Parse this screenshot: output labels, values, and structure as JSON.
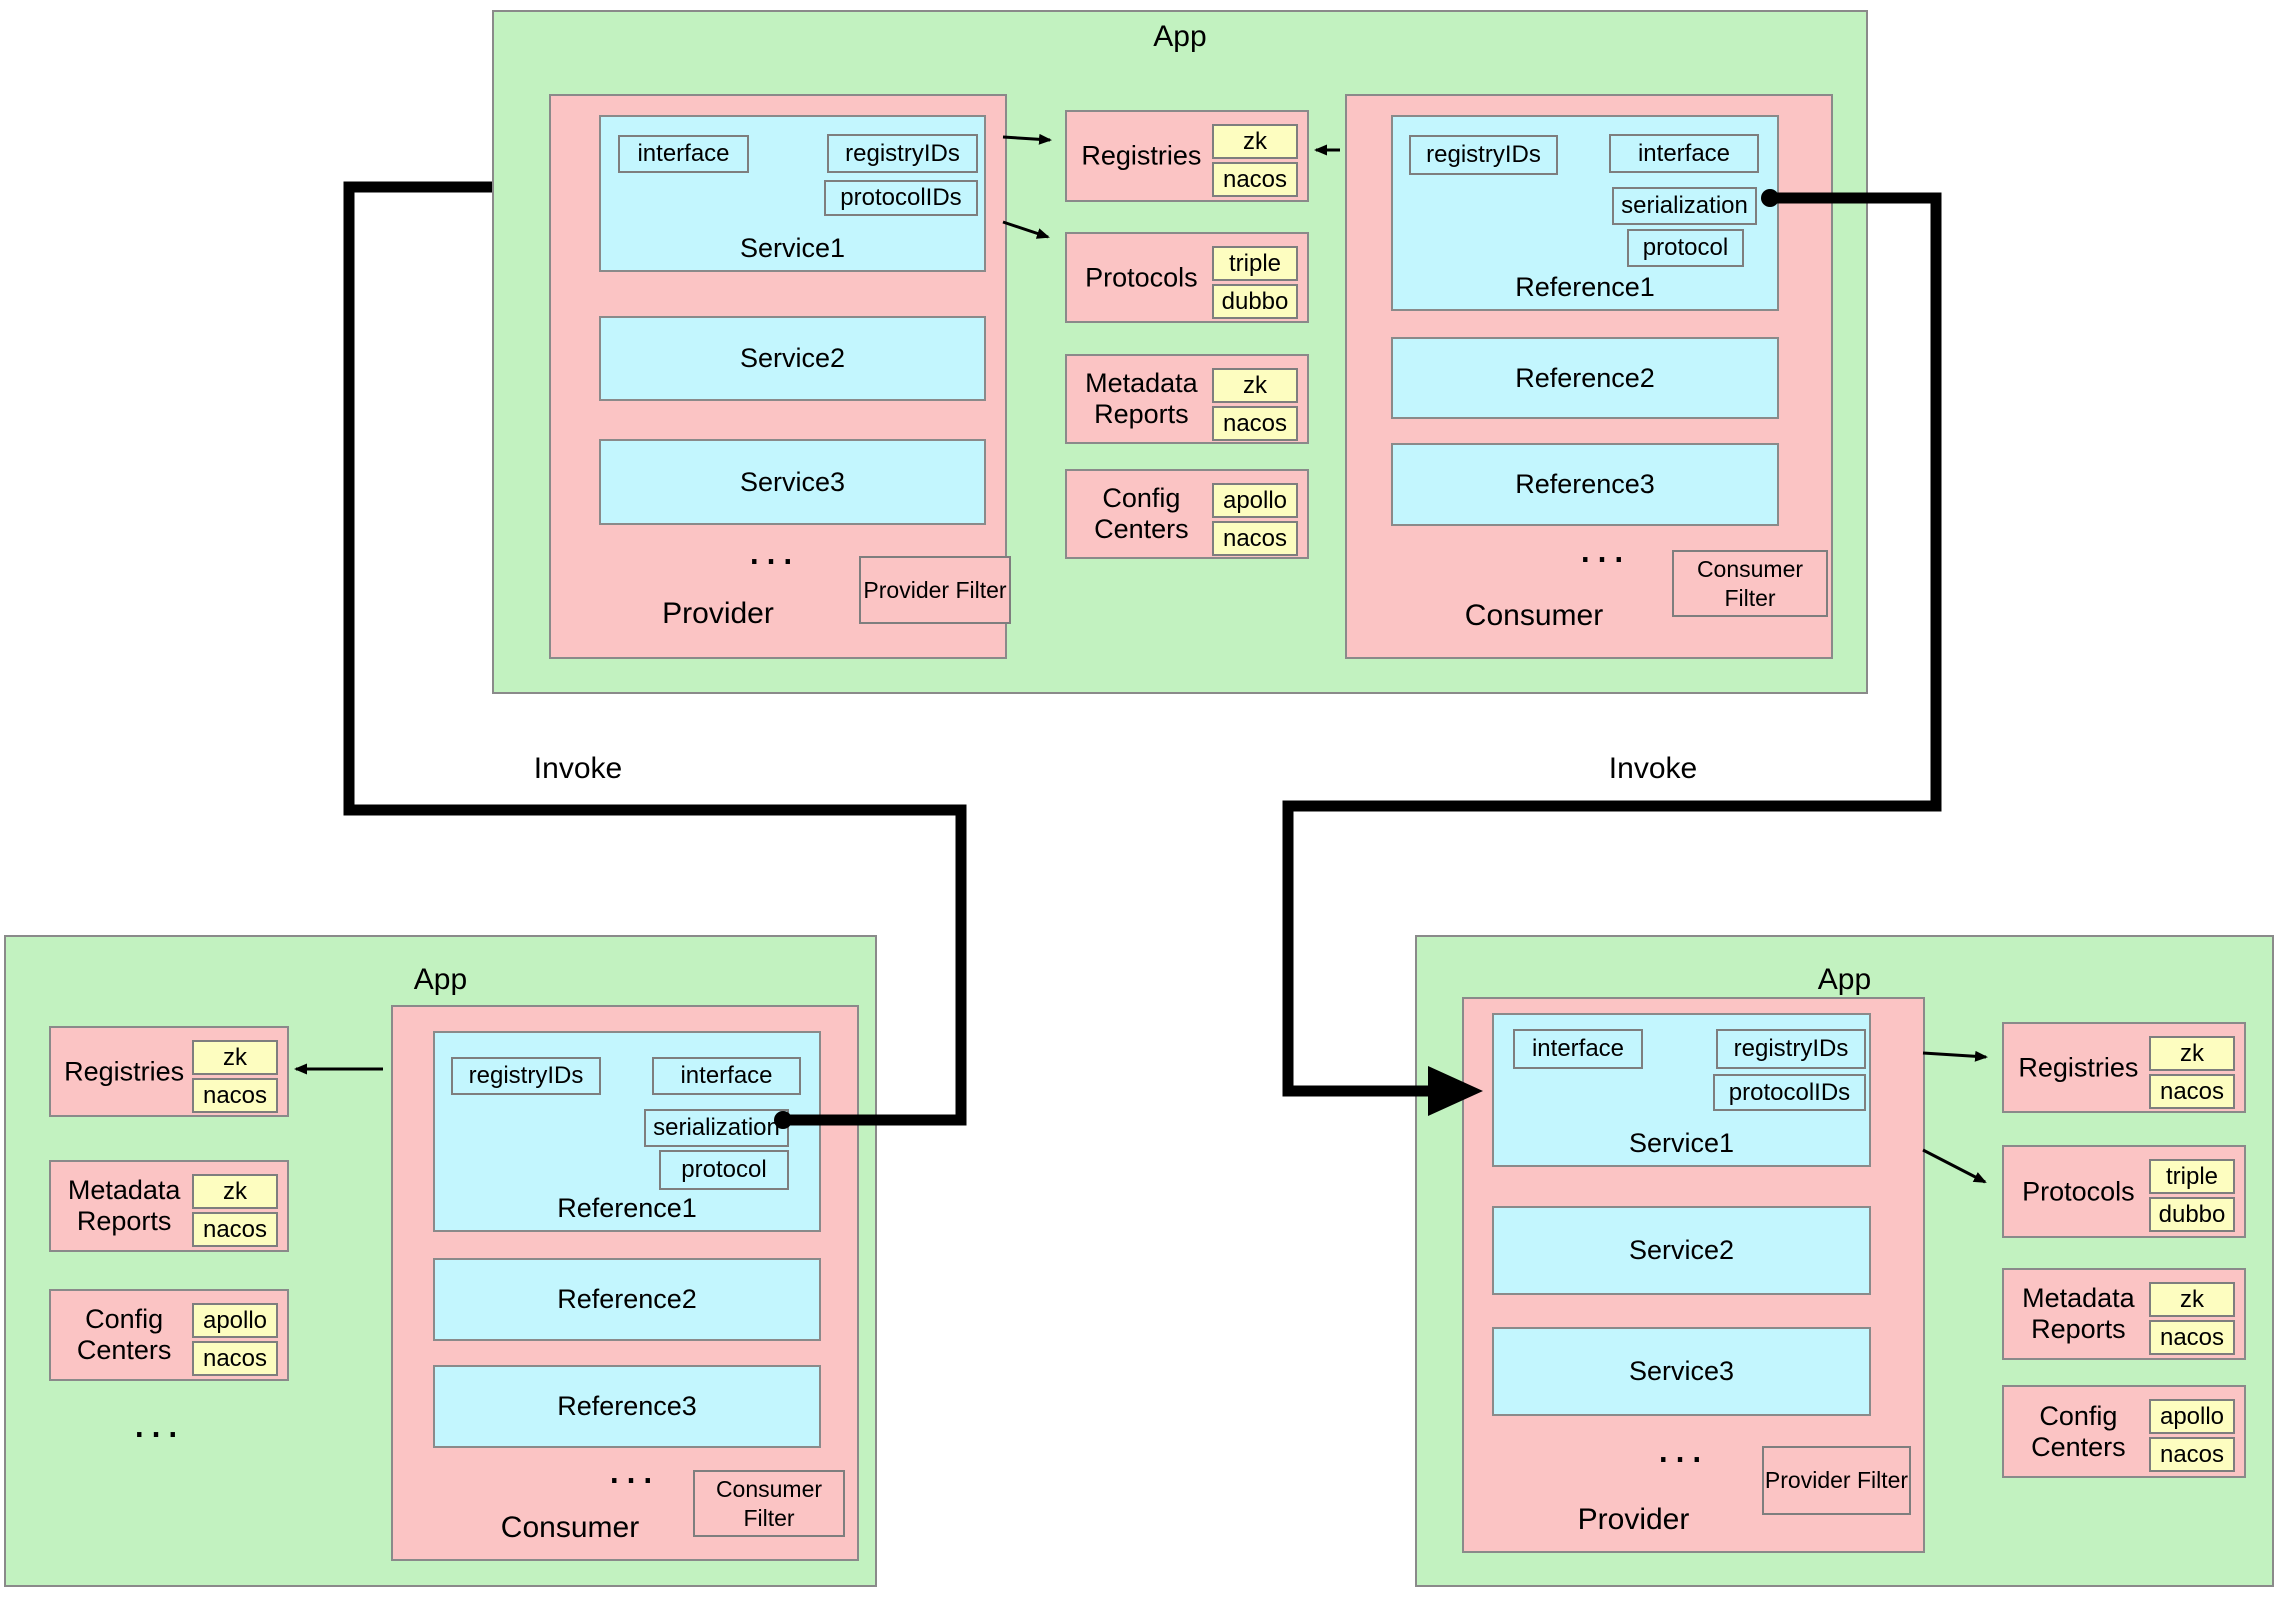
{
  "colors": {
    "app_bg": "#c2f2c0",
    "group_bg": "#fbc4c4",
    "node_bg": "#c3f6fe",
    "tag_bg": "#fdfdc0",
    "border": "#8a8a8a",
    "line": "#000000"
  },
  "connections": {
    "invoke_left": "Invoke",
    "invoke_right": "Invoke"
  },
  "top_app": {
    "title": "App",
    "provider": {
      "label": "Provider",
      "ellipsis": "...",
      "filter_label": "Provider Filter",
      "service1": {
        "name": "Service1",
        "interface": "interface",
        "registry_ids": "registryIDs",
        "protocol_ids": "protocolIDs"
      },
      "service2": "Service2",
      "service3": "Service3"
    },
    "registries": {
      "label": "Registries",
      "tags": [
        "zk",
        "nacos"
      ]
    },
    "protocols": {
      "label": "Protocols",
      "tags": [
        "triple",
        "dubbo"
      ]
    },
    "metadata_reports": {
      "label": "Metadata Reports",
      "tags": [
        "zk",
        "nacos"
      ]
    },
    "config_centers": {
      "label": "Config Centers",
      "tags": [
        "apollo",
        "nacos"
      ]
    },
    "consumer": {
      "label": "Consumer",
      "ellipsis": "...",
      "filter_label": "Consumer Filter",
      "reference1": {
        "name": "Reference1",
        "registry_ids": "registryIDs",
        "interface": "interface",
        "serialization": "serialization",
        "protocol": "protocol"
      },
      "reference2": "Reference2",
      "reference3": "Reference3"
    }
  },
  "bottom_left_app": {
    "title": "App",
    "registries": {
      "label": "Registries",
      "tags": [
        "zk",
        "nacos"
      ]
    },
    "metadata_reports": {
      "label": "Metadata Reports",
      "tags": [
        "zk",
        "nacos"
      ]
    },
    "config_centers": {
      "label": "Config Centers",
      "tags": [
        "apollo",
        "nacos"
      ]
    },
    "sidebar_ellipsis": "...",
    "consumer": {
      "label": "Consumer",
      "ellipsis": "...",
      "filter_label": "Consumer Filter",
      "reference1": {
        "name": "Reference1",
        "registry_ids": "registryIDs",
        "interface": "interface",
        "serialization": "serialization",
        "protocol": "protocol"
      },
      "reference2": "Reference2",
      "reference3": "Reference3"
    }
  },
  "bottom_right_app": {
    "title": "App",
    "provider": {
      "label": "Provider",
      "ellipsis": "...",
      "filter_label": "Provider Filter",
      "service1": {
        "name": "Service1",
        "interface": "interface",
        "registry_ids": "registryIDs",
        "protocol_ids": "protocolIDs"
      },
      "service2": "Service2",
      "service3": "Service3"
    },
    "registries": {
      "label": "Registries",
      "tags": [
        "zk",
        "nacos"
      ]
    },
    "protocols": {
      "label": "Protocols",
      "tags": [
        "triple",
        "dubbo"
      ]
    },
    "metadata_reports": {
      "label": "Metadata Reports",
      "tags": [
        "zk",
        "nacos"
      ]
    },
    "config_centers": {
      "label": "Config Centers",
      "tags": [
        "apollo",
        "nacos"
      ]
    }
  }
}
